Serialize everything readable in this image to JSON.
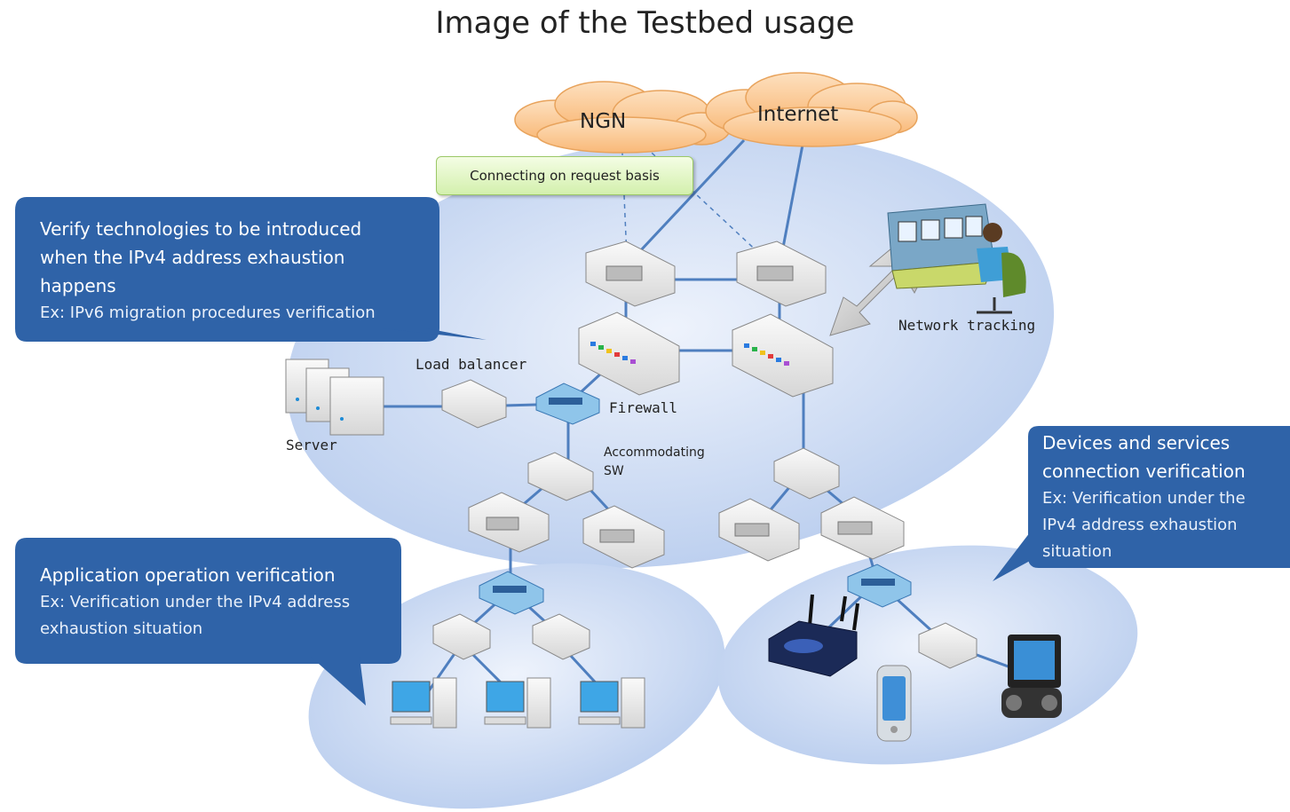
{
  "title": "Image of the Testbed  usage",
  "clouds": {
    "ngn": "NGN",
    "internet": "Internet"
  },
  "note": "Connecting on request basis",
  "labels": {
    "network_tracking": "Network tracking",
    "load_balancer": "Load balancer",
    "firewall": "Firewall",
    "server": "Server",
    "accommodating_sw_line1": "Accommodating",
    "accommodating_sw_line2": "SW"
  },
  "callouts": {
    "verify": {
      "heading_lines": [
        "Verify technologies to be introduced",
        "when the IPv4 address exhaustion",
        "happens"
      ],
      "example": "Ex: IPv6 migration procedures  verification"
    },
    "application": {
      "heading": "Application operation verification",
      "example_lines": [
        "Ex: Verification under the IPv4 address",
        "exhaustion situation"
      ]
    },
    "devices": {
      "heading_lines": [
        "Devices and services",
        "connection verification"
      ],
      "example_lines": [
        "Ex: Verification under the",
        "IPv4 address exhaustion",
        "situation"
      ]
    }
  },
  "colors": {
    "callout_fill": "#2f63a8",
    "ellipse_fill": "#cfdcf3",
    "cloud_fill": "#fbc894",
    "line": "#4f7fbf",
    "note_fill": "#dcf3bd"
  }
}
